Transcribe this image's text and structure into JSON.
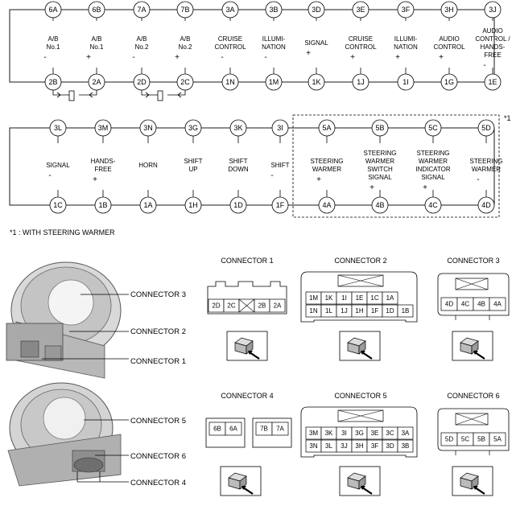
{
  "wiring": {
    "row1": {
      "top_pins": [
        "6A",
        "6B",
        "7A",
        "7B",
        "3A",
        "3B",
        "3D",
        "3E",
        "3F",
        "3H",
        "3J"
      ],
      "bottom_pins": [
        "2B",
        "2A",
        "2D",
        "2C",
        "1N",
        "1M",
        "1K",
        "1J",
        "1I",
        "1G",
        "1E"
      ],
      "signals": [
        {
          "lines": [
            "A/B",
            "No.1"
          ],
          "pol": "-"
        },
        {
          "lines": [
            "A/B",
            "No.1"
          ],
          "pol": "+"
        },
        {
          "lines": [
            "A/B",
            "No.2"
          ],
          "pol": "-"
        },
        {
          "lines": [
            "A/B",
            "No.2"
          ],
          "pol": "+"
        },
        {
          "lines": [
            "CRUISE",
            "CONTROL"
          ],
          "pol": "-"
        },
        {
          "lines": [
            "ILLUMI-",
            "NATION"
          ],
          "pol": "-"
        },
        {
          "lines": [
            "SIGNAL"
          ],
          "pol": "+"
        },
        {
          "lines": [
            "CRUISE",
            "CONTROL"
          ],
          "pol": "+"
        },
        {
          "lines": [
            "ILLUMI-",
            "NATION"
          ],
          "pol": "+"
        },
        {
          "lines": [
            "AUDIO",
            "CONTROL"
          ],
          "pol": "+"
        },
        {
          "lines": [
            "AUDIO",
            "CONTROL /",
            "HANDS-",
            "FREE"
          ],
          "pol": "-"
        }
      ]
    },
    "row2": {
      "top_pins": [
        "3L",
        "3M",
        "3N",
        "3G",
        "3K",
        "3I",
        "5A",
        "5B",
        "5C",
        "5D"
      ],
      "bottom_pins": [
        "1C",
        "1B",
        "1A",
        "1H",
        "1D",
        "1F",
        "4A",
        "4B",
        "4C",
        "4D"
      ],
      "signals": [
        {
          "lines": [
            "SIGNAL"
          ],
          "pol": "-"
        },
        {
          "lines": [
            "HANDS-",
            "FREE"
          ],
          "pol": "+"
        },
        {
          "lines": [
            "HORN"
          ],
          "pol": ""
        },
        {
          "lines": [
            "SHIFT",
            "UP"
          ],
          "pol": ""
        },
        {
          "lines": [
            "SHIFT",
            "DOWN"
          ],
          "pol": ""
        },
        {
          "lines": [
            "SHIFT"
          ],
          "pol": "-"
        },
        {
          "lines": [
            "STEERING",
            "WARMER"
          ],
          "pol": "+"
        },
        {
          "lines": [
            "STEERING",
            "WARMER",
            "SWITCH",
            "SIGNAL"
          ],
          "pol": "+"
        },
        {
          "lines": [
            "STEERING",
            "WARMER",
            "INDICATOR",
            "SIGNAL"
          ],
          "pol": "+"
        },
        {
          "lines": [
            "STEERING",
            "WARMER"
          ],
          "pol": "-"
        }
      ],
      "box_marker": "*1"
    },
    "footnote": "*1 : WITH STEERING WARMER"
  },
  "connectors": {
    "c1": {
      "title": "CONNECTOR 1",
      "row": [
        "2D",
        "2C",
        "",
        "2B",
        "2A"
      ]
    },
    "c2": {
      "title": "CONNECTOR 2",
      "rows": [
        [
          "1M",
          "1K",
          "1I",
          "1E",
          "1C",
          "1A"
        ],
        [
          "1N",
          "1L",
          "1J",
          "1H",
          "1F",
          "1D",
          "1B"
        ]
      ]
    },
    "c3": {
      "title": "CONNECTOR 3",
      "row": [
        "4D",
        "4C",
        "4B",
        "4A"
      ]
    },
    "c4": {
      "title": "CONNECTOR 4",
      "left": [
        "6B",
        "6A"
      ],
      "right": [
        "7B",
        "7A"
      ]
    },
    "c5": {
      "title": "CONNECTOR 5",
      "rows": [
        [
          "3M",
          "3K",
          "3I",
          "3G",
          "3E",
          "3C",
          "3A"
        ],
        [
          "3N",
          "3L",
          "3J",
          "3H",
          "3F",
          "3D",
          "3B"
        ]
      ]
    },
    "c6": {
      "title": "CONNECTOR 6",
      "row": [
        "5D",
        "5C",
        "5B",
        "5A"
      ]
    }
  },
  "callouts": {
    "upper": [
      "CONNECTOR 3",
      "CONNECTOR 2",
      "CONNECTOR 1"
    ],
    "lower": [
      "CONNECTOR 5",
      "CONNECTOR 6",
      "CONNECTOR 4"
    ]
  }
}
